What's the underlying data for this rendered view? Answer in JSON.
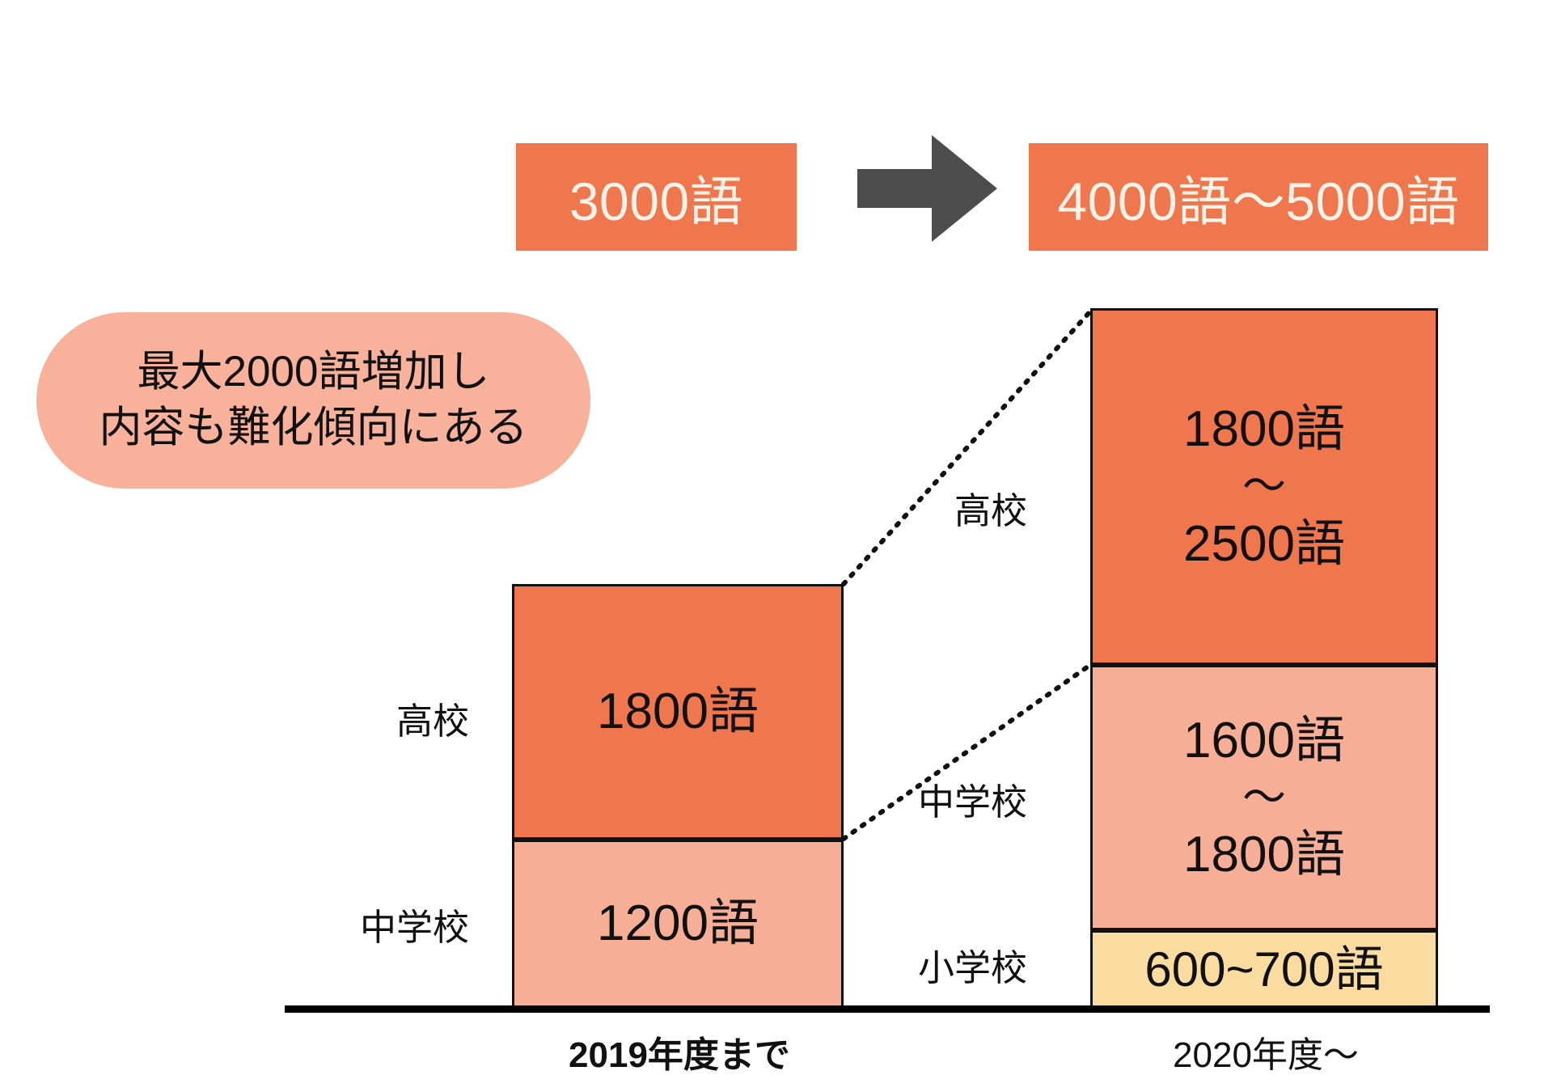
{
  "banners": {
    "before": "3000語",
    "after": "4000語～5000語",
    "arrow_icon": "arrow-right-icon"
  },
  "callout": {
    "line1": "最大2000語増加し",
    "line2": "内容も難化傾向にある"
  },
  "colors": {
    "dark_orange": "#f0764e",
    "light_pink": "#f6ae96",
    "yellow": "#fbdca0",
    "callout_pink": "#f8b19b",
    "arrow_gray": "#4d4d4d",
    "outline": "#111111"
  },
  "chart_data": {
    "type": "bar",
    "title": "",
    "xlabel": "",
    "ylabel": "",
    "stacked": true,
    "grid": false,
    "legend_position": "left-of-bars",
    "categories": [
      "2019年度まで",
      "2020年度～"
    ],
    "series": [
      {
        "name": "小学校",
        "values": [
          null,
          650
        ],
        "labels": [
          "",
          "600~700語"
        ],
        "range": [
          null,
          [
            600,
            700
          ]
        ],
        "color": "#fbdca0"
      },
      {
        "name": "中学校",
        "values": [
          1200,
          1700
        ],
        "labels": [
          "1200語",
          "1600語\n~\n1800語"
        ],
        "range": [
          [
            1200,
            1200
          ],
          [
            1600,
            1800
          ]
        ],
        "color": "#f6ae96"
      },
      {
        "name": "高校",
        "values": [
          1800,
          2150
        ],
        "labels": [
          "1800語",
          "1800語\n~\n2500語"
        ],
        "range": [
          [
            1800,
            1800
          ],
          [
            1800,
            2500
          ]
        ],
        "color": "#f0764e"
      }
    ],
    "totals": {
      "2019年度まで": "3000語",
      "2020年度～": "4000語～5000語"
    },
    "annotation": "最大2000語増加し 内容も難化傾向にある"
  },
  "bars": {
    "left": {
      "axis_label": "2019年度まで",
      "segments": [
        {
          "category": "高校",
          "value_line1": "1800語",
          "tilde": "",
          "value_line2": ""
        },
        {
          "category": "中学校",
          "value_line1": "1200語",
          "tilde": "",
          "value_line2": ""
        }
      ]
    },
    "right": {
      "axis_label": "2020年度～",
      "segments": [
        {
          "category": "高校",
          "value_line1": "1800語",
          "tilde": "～",
          "value_line2": "2500語"
        },
        {
          "category": "中学校",
          "value_line1": "1600語",
          "tilde": "～",
          "value_line2": "1800語"
        },
        {
          "category": "小学校",
          "value_line1": "600~700語",
          "tilde": "",
          "value_line2": ""
        }
      ]
    }
  }
}
